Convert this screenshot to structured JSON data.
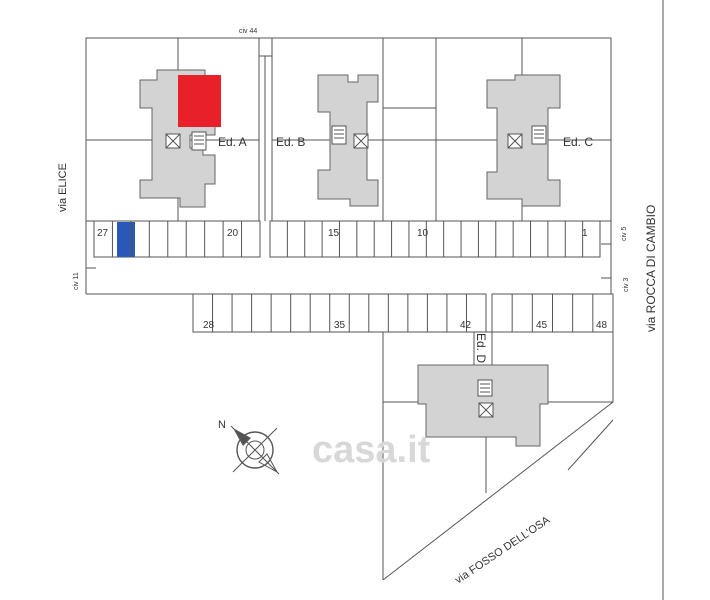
{
  "streets": {
    "via_elice": "via ELICE",
    "via_rocca_di_cambio": "via ROCCA DI CAMBIO",
    "via_fosso_dell_osa": "via FOSSO DELL'OSA"
  },
  "civic": {
    "civ44": "civ 44",
    "civ11": "civ 11",
    "civ5": "civ 5",
    "civ3": "civ 3"
  },
  "buildings": {
    "ed_a": "Ed. A",
    "ed_b": "Ed. B",
    "ed_c": "Ed. C",
    "ed_d": "Ed. D"
  },
  "parking": {
    "p27": "27",
    "p20": "20",
    "p15": "15",
    "p10": "10",
    "p1": "1",
    "p28": "28",
    "p35": "35",
    "p42": "42",
    "p45": "45",
    "p48": "48"
  },
  "compass": {
    "north": "N"
  },
  "watermark": "casa.it",
  "colors": {
    "highlight_apartment": "#e8202a",
    "highlight_parking": "#2a58b8",
    "building_fill": "#d3d3d3",
    "line": "#555555"
  }
}
